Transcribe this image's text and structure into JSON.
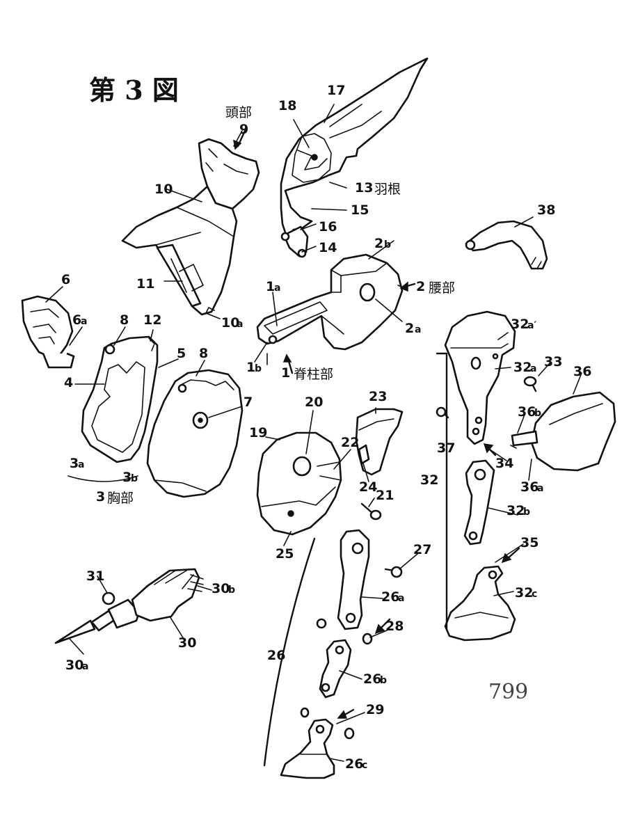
{
  "figure": {
    "title": "第 3 図",
    "page_number": "799"
  },
  "labels": {
    "n1": "1",
    "n1a": "1",
    "n1b": "1",
    "n2": "2",
    "n2a": "2",
    "n2b": "2",
    "n3": "3",
    "n3a": "3",
    "n3b": "3",
    "n4": "4",
    "n5": "5",
    "n6": "6",
    "n6a": "6",
    "n7": "7",
    "n8a": "8",
    "n8b": "8",
    "n9": "9",
    "n10": "10",
    "n10a": "10",
    "n11": "11",
    "n12": "12",
    "n13": "13",
    "n14": "14",
    "n15": "15",
    "n16": "16",
    "n17": "17",
    "n18": "18",
    "n19": "19",
    "n20": "20",
    "n21": "21",
    "n22": "22",
    "n23": "23",
    "n24": "24",
    "n25": "25",
    "n26": "26",
    "n26a": "26",
    "n26b": "26",
    "n26c": "26",
    "n27": "27",
    "n28": "28",
    "n29": "29",
    "n30": "30",
    "n30a": "30",
    "n30b": "30",
    "n31": "31",
    "n32": "32",
    "n32a": "32",
    "n32a2": "32",
    "n32b": "32",
    "n32c": "32",
    "n33": "33",
    "n34": "34",
    "n35": "35",
    "n36": "36",
    "n36a": "36",
    "n36b": "36",
    "n37": "37",
    "n38": "38"
  },
  "subscripts": {
    "a": "a",
    "b": "b",
    "c": "c",
    "a_prime": "a′"
  },
  "captions": {
    "spine": "脊柱部",
    "waist": "腰部",
    "chest": "胸部",
    "head": "頭部",
    "wing": "羽根"
  }
}
